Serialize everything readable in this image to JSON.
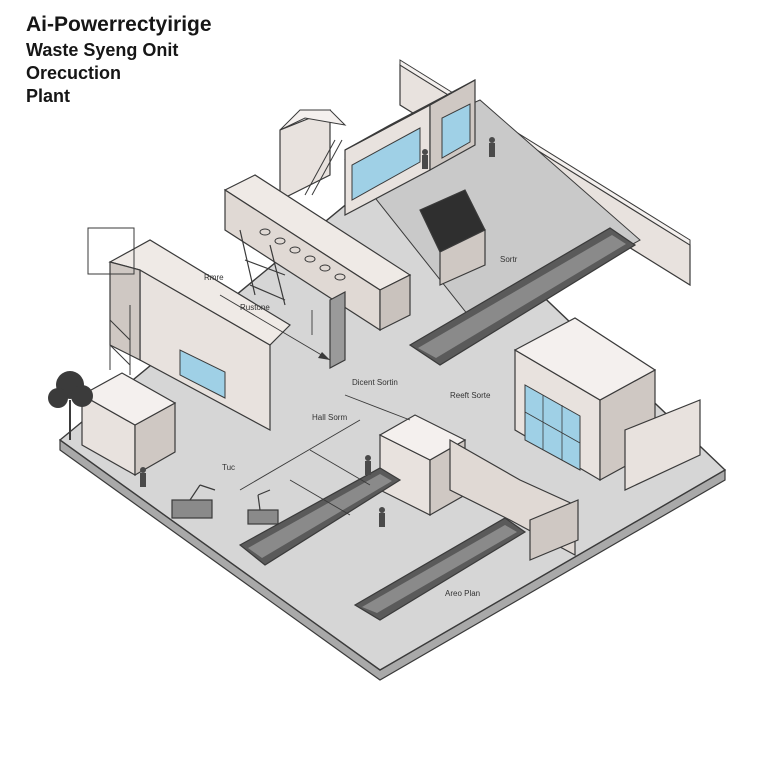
{
  "title": {
    "line1": "Ai-Powerrectyirige",
    "line2": "Waste Syeng Onit",
    "line3": "Orecuction",
    "line4": "Plant"
  },
  "labels": {
    "sorter_top": "Sortr",
    "left_bay": "Rmre",
    "rust_stone": "Rustone",
    "direct_sorting": "Dicent Sortin",
    "sort_ahead": "Reeft Sorte",
    "mid_station": "Hall Sorm",
    "tool": "Tuc",
    "area_panel": "Areo Plan"
  },
  "colors": {
    "floor": "#d6d6d6",
    "wall": "#e8e2de",
    "wall_dark": "#cfc8c3",
    "line": "#3a3a3a",
    "glass": "#9fd0e6",
    "belt": "#5a5a5a",
    "tree": "#3b3b3b"
  }
}
